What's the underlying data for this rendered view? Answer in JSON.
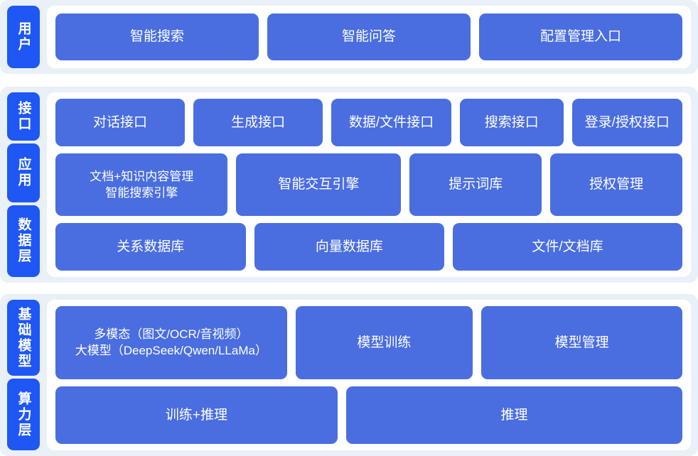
{
  "diagram": {
    "colors": {
      "band_background": "#eaf0f8",
      "panel_background": "#ffffff",
      "tier_label_blue": "#1f57f5",
      "box_blue": "#4a6ee0",
      "box_text": "#ffffff"
    },
    "tiers": [
      {
        "label": "用户",
        "rows": [
          {
            "boxes": [
              "智能搜索",
              "智能问答",
              "配置管理入口"
            ]
          }
        ]
      },
      {
        "label": "接口",
        "rows": [
          {
            "boxes": [
              "对话接口",
              "生成接口",
              "数据/文件接口",
              "搜索接口",
              "登录/授权接口"
            ]
          }
        ]
      },
      {
        "label": "应用",
        "rows": [
          {
            "boxes": [
              "文档+知识内容管理",
              "智能搜索引擎",
              "智能交互引擎",
              "提示词库",
              "授权管理"
            ]
          }
        ]
      },
      {
        "label": "数据层",
        "rows": [
          {
            "boxes": [
              "关系数据库",
              "向量数据库",
              "文件/文档库"
            ]
          }
        ]
      },
      {
        "label": "基础模型",
        "rows": [
          {
            "boxes": [
              "多模态（图文/OCR/音视频）",
              "大模型（DeepSeek/Qwen/LLaMa）",
              "模型训练",
              "模型管理"
            ]
          }
        ]
      },
      {
        "label": "算力层",
        "rows": [
          {
            "boxes": [
              "训练+推理",
              "推理"
            ]
          }
        ]
      }
    ]
  },
  "tier_users": {
    "label": "用户",
    "boxes": {
      "smart_search": "智能搜索",
      "smart_qa": "智能问答",
      "config_entry": "配置管理入口"
    }
  },
  "tier_interface": {
    "label": "接口",
    "boxes": {
      "dialog_api": "对话接口",
      "generate_api": "生成接口",
      "data_file_api": "数据/文件接口",
      "search_api": "搜索接口",
      "login_auth_api": "登录/授权接口"
    }
  },
  "tier_application": {
    "label": "应用",
    "boxes": {
      "doc_knowledge_line1": "文档+知识内容管理",
      "doc_knowledge_line2": "智能搜索引擎",
      "interaction_engine": "智能交互引擎",
      "prompt_library": "提示词库",
      "auth_management": "授权管理"
    }
  },
  "tier_data": {
    "label": "数据层",
    "boxes": {
      "relational_db": "关系数据库",
      "vector_db": "向量数据库",
      "file_doc_db": "文件/文档库"
    }
  },
  "tier_foundation": {
    "label": "基础模型",
    "boxes": {
      "multimodal_line1": "多模态（图文/OCR/音视频）",
      "multimodal_line2": "大模型（DeepSeek/Qwen/LLaMa）",
      "model_training": "模型训练",
      "model_management": "模型管理"
    }
  },
  "tier_compute": {
    "label": "算力层",
    "boxes": {
      "train_and_infer": "训练+推理",
      "infer": "推理"
    }
  }
}
